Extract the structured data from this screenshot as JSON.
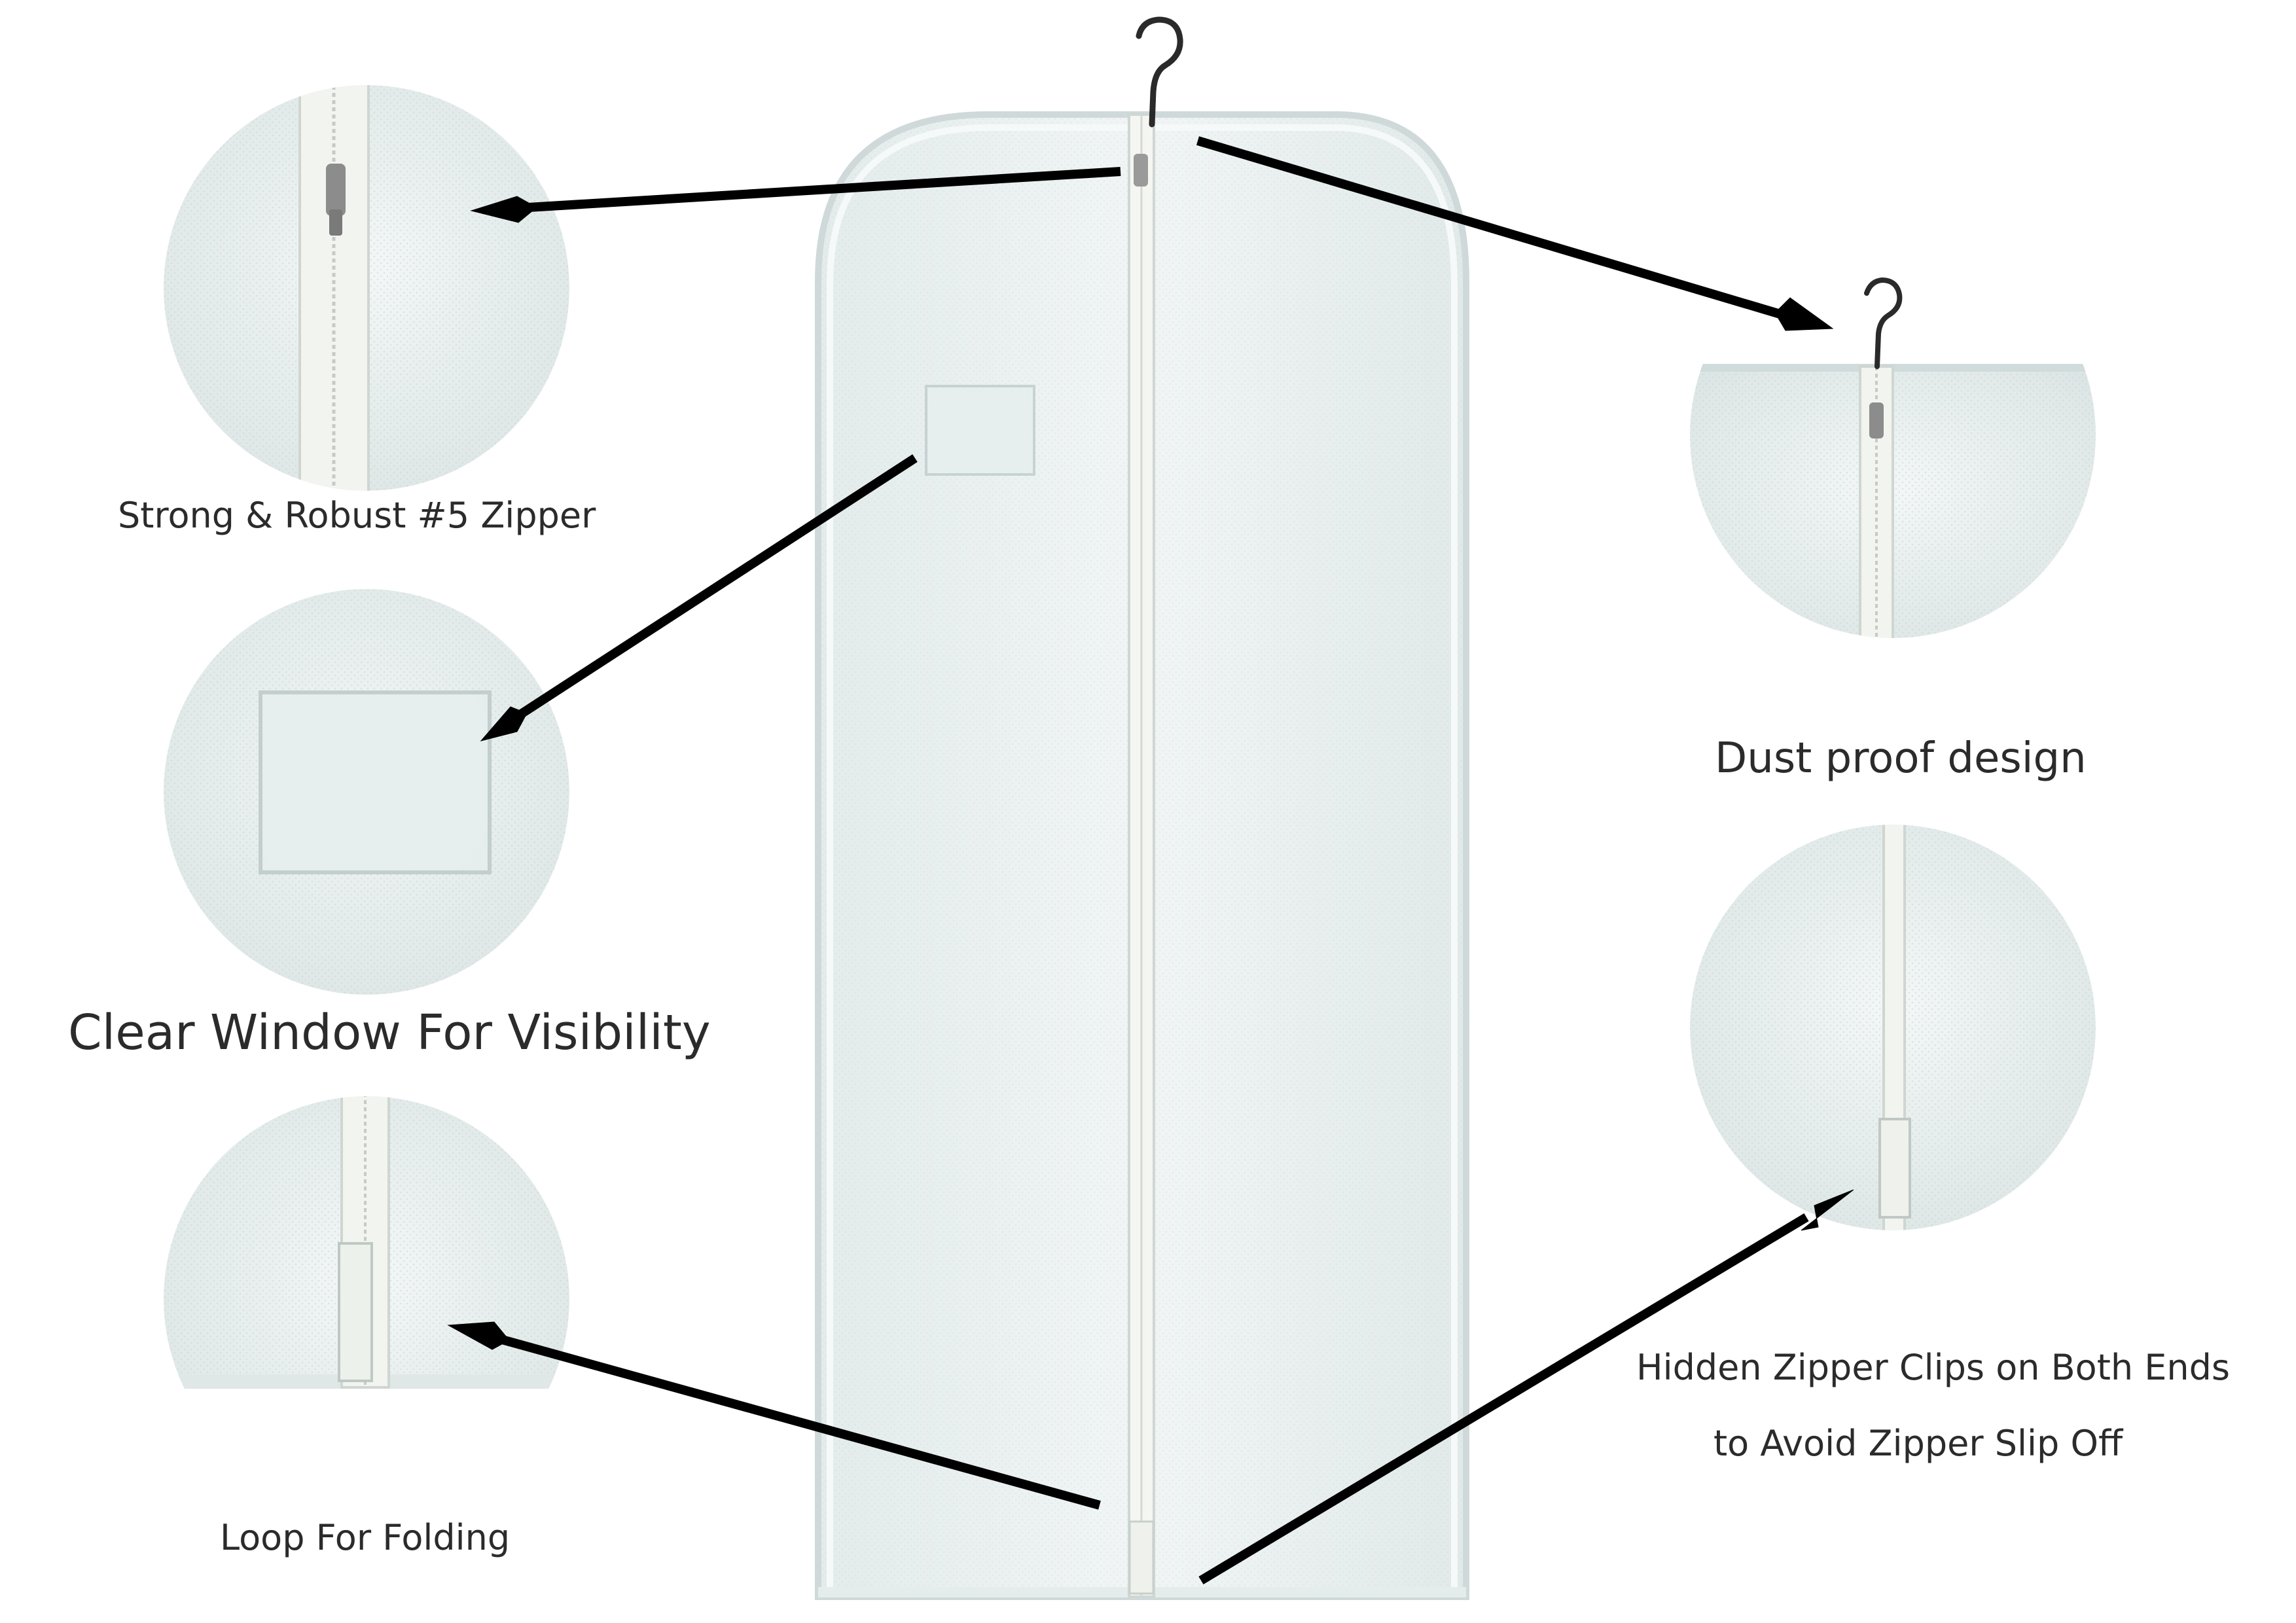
{
  "labels": {
    "zipper": "Strong & Robust #5 Zipper",
    "window": "Clear Window For Visibility",
    "loop": "Loop For Folding",
    "dust": "Dust proof design",
    "hidden_line1": "Hidden Zipper Clips on Both Ends",
    "hidden_line2": "to Avoid Zipper Slip Off"
  },
  "colors": {
    "fabric": "#eef3f3",
    "fabric_shade": "#d9e3e3",
    "zipper_tape": "#f7f7f2",
    "arrow": "#000000",
    "text": "#2b2b2b"
  },
  "icons": {
    "hanger": "hanger-icon",
    "zipper_pull": "zipper-pull-icon"
  }
}
